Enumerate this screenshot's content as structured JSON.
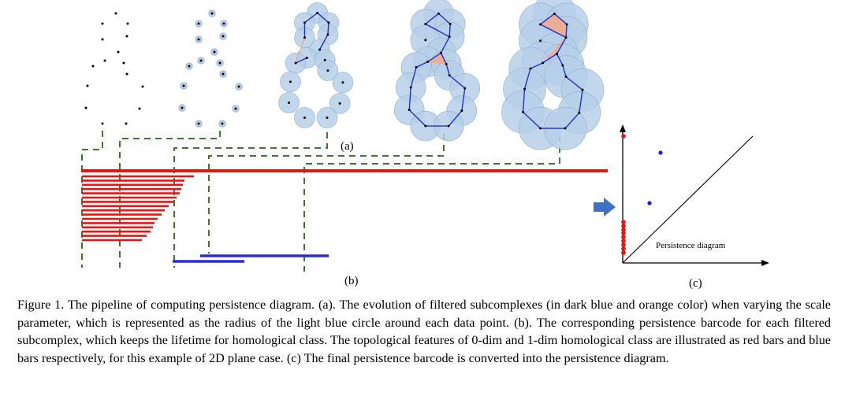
{
  "figure": {
    "panel_labels": {
      "a": "(a)",
      "b": "(b)",
      "c": "(c)"
    },
    "diagram_title": "Persistence diagram",
    "colors": {
      "point": "#000000",
      "ball_fill": "#b7cfe9",
      "ball_stroke": "#8fb0d8",
      "edge": "#2431c8",
      "triangle": "#f3a88a",
      "red_bar": "#ee1111",
      "blue_bar": "#2a2ad8",
      "dashed": "#3d7a28",
      "arrow": "#3f72c4",
      "diagram_red": "#ee1111",
      "diagram_blue": "#1a20d6"
    }
  },
  "caption": "Figure 1. The pipeline of computing persistence diagram. (a). The evolution of filtered subcomplexes (in dark blue and orange color) when varying the scale parameter, which is represented as the radius of the light blue circle around each data point. (b). The corresponding persistence barcode for each filtered subcomplex, which keeps the lifetime for homological class. The topological features of 0-dim and 1-dim homological class are illustrated as red bars and blue bars respectively, for this example of 2D plane case. (c) The final persistence barcode is converted into the persistence diagram."
}
